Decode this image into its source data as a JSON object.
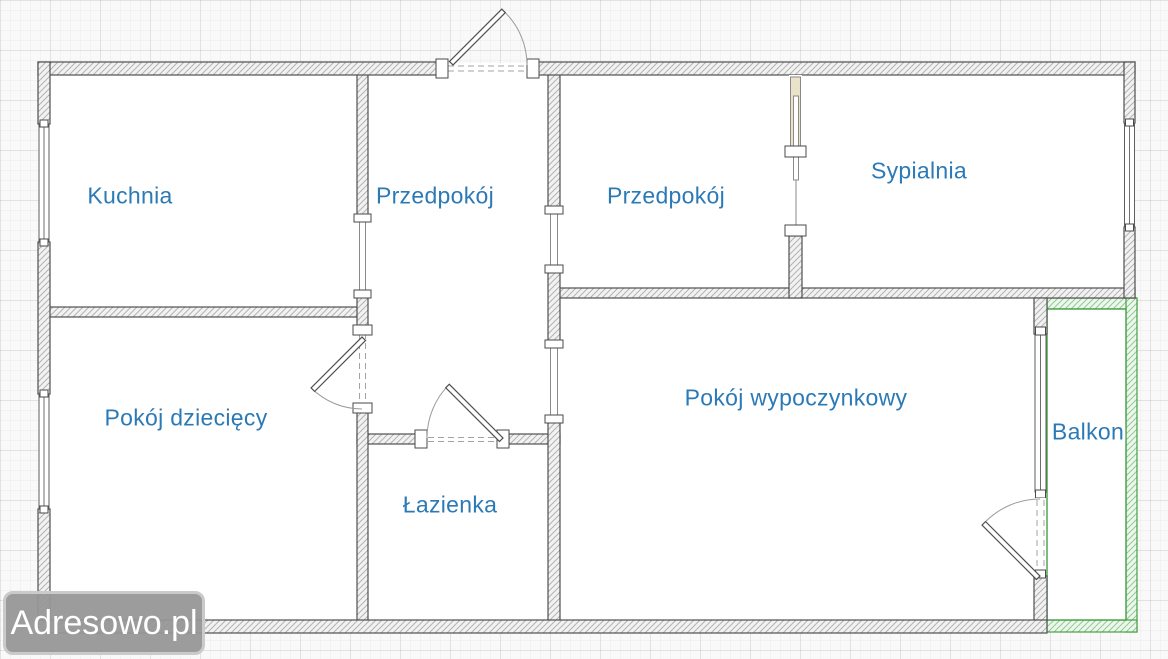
{
  "floorplan": {
    "rooms": {
      "kitchen": {
        "label": "Kuchnia"
      },
      "hallway_left": {
        "label": "Przedpokój"
      },
      "hallway_right": {
        "label": "Przedpokój"
      },
      "bedroom": {
        "label": "Sypialnia"
      },
      "kids_room": {
        "label": "Pokój dziecięcy"
      },
      "living_room": {
        "label": "Pokój wypoczynkowy"
      },
      "bathroom": {
        "label": "Łazienka"
      },
      "balcony": {
        "label": "Balkon"
      }
    },
    "colors": {
      "label_text": "#2b7ab6",
      "wall_outline": "#4f4f4f",
      "balcony_accent": "#44a044"
    }
  },
  "watermark": {
    "text": "Adresowo.pl"
  }
}
